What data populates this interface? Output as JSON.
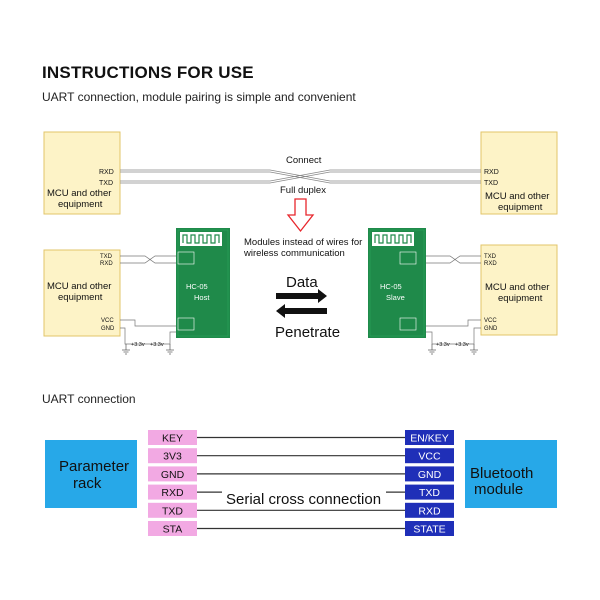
{
  "heading": "INSTRUCTIONS FOR USE",
  "subheading": "UART connection, module pairing is simple and convenient",
  "top": {
    "left_box": {
      "line1": "MCU and other",
      "line2": "equipment"
    },
    "right_box": {
      "line1": "MCU and other",
      "line2": "equipment"
    },
    "rxd": "RXD",
    "txd": "TXD",
    "connect": "Connect",
    "duplex": "Full duplex"
  },
  "middle": {
    "modules_note_1": "Modules instead of wires for",
    "modules_note_2": "wireless communication",
    "data": "Data",
    "penetrate": "Penetrate",
    "host_module": {
      "name": "HC-05",
      "role": "Host"
    },
    "slave_module": {
      "name": "HC-05",
      "role": "Slave"
    },
    "left_box": {
      "line1": "MCU and other",
      "line2": "equipment"
    },
    "right_box": {
      "line1": "MCU and other",
      "line2": "equipment"
    },
    "txd": "TXD",
    "rxd": "RXD",
    "vcc": "VCC",
    "gnd": "GND",
    "v33": "+3.3v"
  },
  "uart_title": "UART connection",
  "uart": {
    "left_block": {
      "line1": "Parameter",
      "line2": "rack"
    },
    "right_block": {
      "line1": "Bluetooth",
      "line2": "module"
    },
    "left_pins": [
      "KEY",
      "3V3",
      "GND",
      "RXD",
      "TXD",
      "STA"
    ],
    "right_pins": [
      "EN/KEY",
      "VCC",
      "GND",
      "TXD",
      "RXD",
      "STATE"
    ],
    "cross_label": "Serial cross connection"
  },
  "colors": {
    "box_fill": "#fdf3c7",
    "box_stroke": "#e2c46a",
    "module_green": "#1f8a4a",
    "pin_pink": "#f2a9e3",
    "pin_blue": "#1f2fb8",
    "block_blue": "#27a8e8",
    "arrow_red": "#e8262c"
  }
}
